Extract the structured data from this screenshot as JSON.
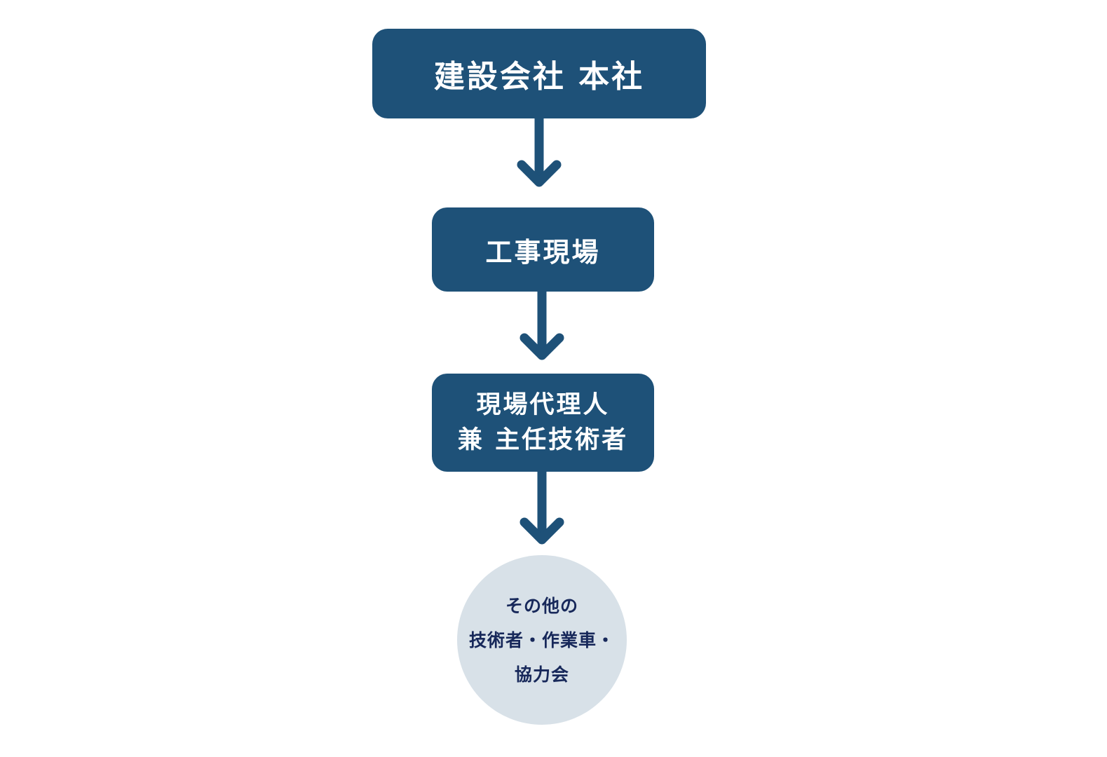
{
  "nodes": {
    "head_office": "建設会社 本社",
    "site": "工事現場",
    "agent_line1": "現場代理人",
    "agent_line2": "兼 主任技術者",
    "others_line1": "その他の",
    "others_line2": "技術者・作業車・",
    "others_line3": "協力会"
  },
  "colors": {
    "box": "#1e5178",
    "circle": "#d8e1e8",
    "circle_text": "#17285a"
  }
}
